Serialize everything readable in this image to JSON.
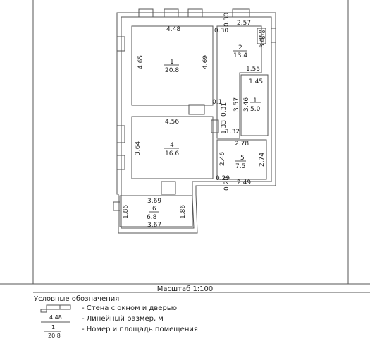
{
  "rooms": [
    {
      "number": "1",
      "area": "20.8"
    },
    {
      "number": "2",
      "area": "13.4"
    },
    {
      "number": "1",
      "area": "5.0"
    },
    {
      "number": "4",
      "area": "16.6"
    },
    {
      "number": "5",
      "area": "7.5"
    },
    {
      "number": "6",
      "area": "6.8"
    }
  ],
  "dimensions": {
    "r1_top": "4.48",
    "r1_left": "4.65",
    "r1_right": "4.69",
    "r2_top": "2.57",
    "r2_right": "3.06",
    "r2_inner": "1.55",
    "r2_door": "0.30",
    "r2_door2": "0.30",
    "r3_top": "1.45",
    "r3_left": "3.57",
    "r3_right": "3.46",
    "r3_bottom": "1.32",
    "r4_top": "4.56",
    "r4_left": "3.64",
    "gap1": "0.1",
    "gap2": "0.31",
    "gap3": "1.33",
    "r5_top": "2.78",
    "r5_left": "2.46",
    "r5_right": "2.74",
    "r5_bottom": "2.49",
    "r5_gap1": "0.29",
    "r5_gap2": "0.28",
    "r6_top": "3.69",
    "r6_bottom": "3.67",
    "r6_left": "1.86",
    "r6_right": "1.86"
  },
  "scale": "Масштаб 1:100",
  "legend": {
    "title": "Условные обозначения",
    "wall_label": "- Стена с окном и дверью",
    "dim_label": "- Линейный размер, м",
    "room_label": "- Номер и площадь помещения",
    "sample_dim": "4.48",
    "sample_num": "1",
    "sample_area": "20.8"
  },
  "colors": {
    "line": "#555555",
    "text": "#222222",
    "watermark": "#dcdcdc"
  }
}
